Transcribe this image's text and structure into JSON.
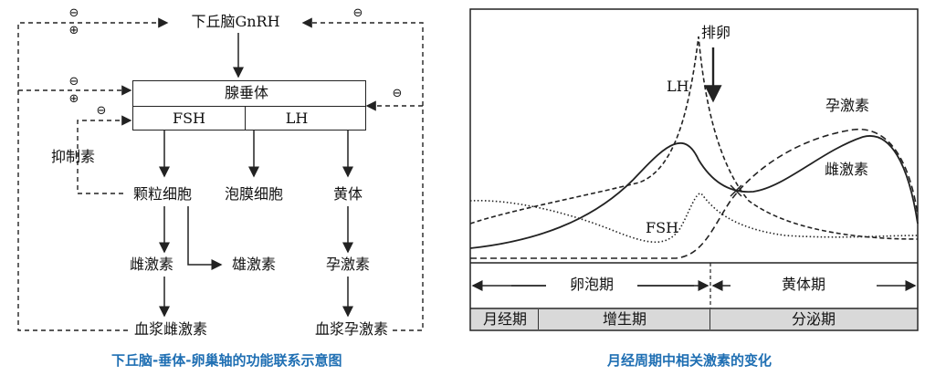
{
  "left_diagram": {
    "top": "下丘脑GnRH",
    "pituitary": "腺垂体",
    "fsh": "FSH",
    "lh": "LH",
    "inhibin": "抑制素",
    "granulosa": "颗粒细胞",
    "theca": "泡膜细胞",
    "corpus_luteum": "黄体",
    "estrogen_left": "雌激素",
    "estrogen_mid": "雄激素",
    "progesterone": "孕激素",
    "plasma_estrogen": "血浆雌激素",
    "plasma_progesterone": "血浆孕激素",
    "neg": "⊖",
    "pos": "⊕",
    "caption": "下丘脑-垂体-卵巢轴的功能联系示意图"
  },
  "right_chart": {
    "ovulation": "排卵",
    "lh": "LH",
    "fsh": "FSH",
    "progesterone": "孕激素",
    "estrogen": "雌激素",
    "follicular_phase": "卵泡期",
    "luteal_phase": "黄体期",
    "menses": "月经期",
    "proliferative": "增生期",
    "secretory": "分泌期",
    "caption": "月经周期中相关激素的变化"
  },
  "colors": {
    "line": "#222222",
    "caption": "#1f6fb3",
    "phase_band": "#d9d9d9"
  }
}
